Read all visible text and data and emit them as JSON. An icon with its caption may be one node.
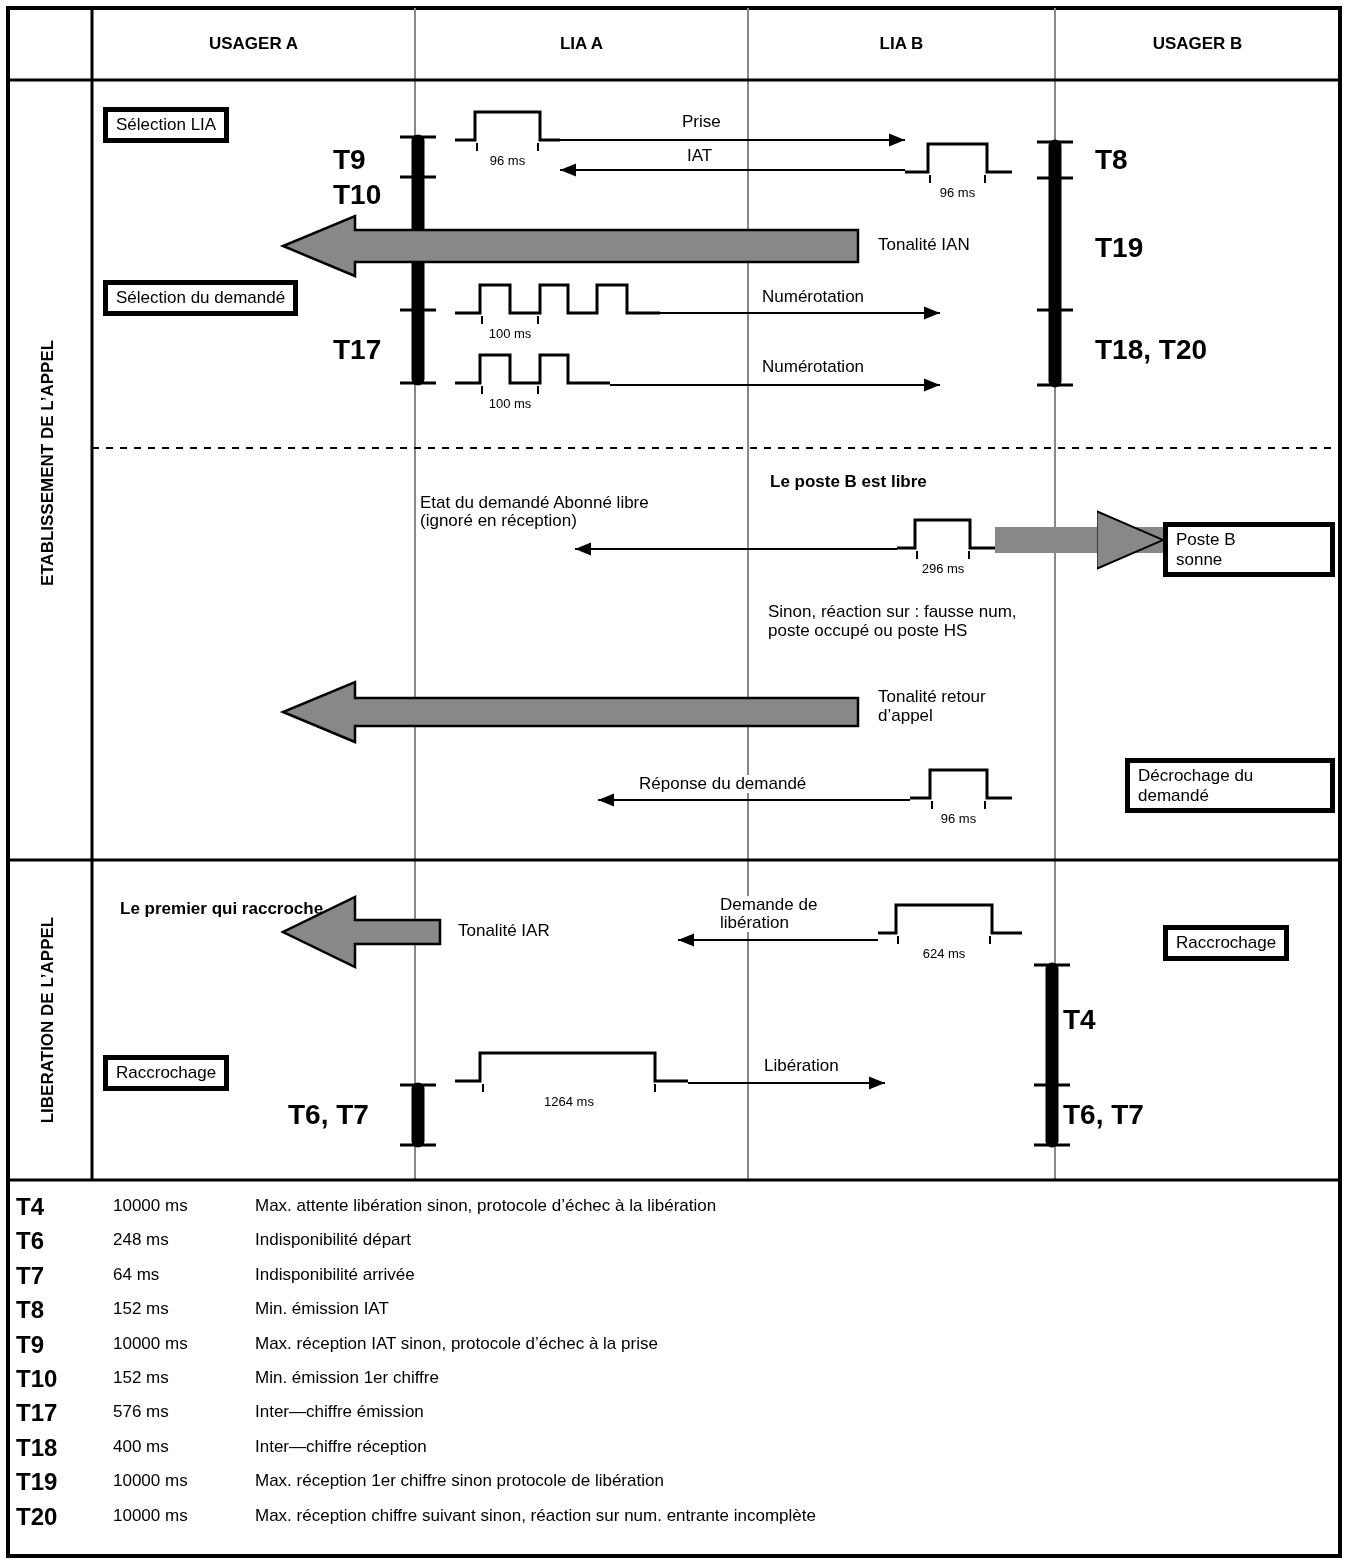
{
  "diagram": {
    "nodes": [
      {
        "text": [
          "Sélection LIA"
        ]
      },
      {
        "text": [],
        "shape": "waveform",
        "beside": [
          "96 ms"
        ]
      },
      {
        "text": [],
        "shape": "waveform",
        "beside": [
          "96 ms"
        ]
      },
      {
        "text": [
          "Sélection du demandé"
        ]
      },
      {
        "text": [],
        "shape": "waveform",
        "beside": [
          "100 ms"
        ]
      },
      {
        "text": [],
        "shape": "waveform",
        "beside": [
          "100 ms"
        ]
      },
      {
        "text": [],
        "shape": "waveform",
        "beside": [
          "296 ms"
        ]
      },
      {
        "text": [
          "Poste B sonne"
        ]
      },
      {
        "text": [],
        "shape": "waveform",
        "beside": [
          "96 ms"
        ]
      },
      {
        "text": [
          "Décrochage du demandé"
        ]
      },
      {
        "text": [],
        "shape": "waveform",
        "beside": [
          "624 ms"
        ]
      },
      {
        "text": [
          "Raccrochage"
        ]
      },
      {
        "text": [
          "Raccrochage"
        ]
      },
      {
        "text": [],
        "shape": "waveform",
        "beside": [
          "1264 ms"
        ]
      }
    ],
    "edges": [
      {
        "from": 1,
        "to": 2,
        "arrow": "to",
        "label": "Prise"
      },
      {
        "from": 2,
        "to": 1,
        "arrow": "to",
        "label": "IAT"
      },
      {
        "from": 4,
        "to": null,
        "arrow": "to",
        "label": "Numérotation"
      },
      {
        "from": 5,
        "to": null,
        "arrow": "to",
        "label": "Numérotation"
      },
      {
        "from": 6,
        "to": null,
        "arrow": "to",
        "label": "Etat du demandé Abonné libre (ignoré en réception)"
      },
      {
        "from": 6,
        "to": 7,
        "arrow": "to",
        "style": "thick",
        "color": "#888888"
      },
      {
        "from": 8,
        "to": null,
        "arrow": "to",
        "label": "Réponse du demandé"
      },
      {
        "from": 10,
        "to": null,
        "arrow": "to",
        "label": "Demande de libération"
      },
      {
        "from": 13,
        "to": null,
        "arrow": "to",
        "label": "Libération"
      }
    ],
    "labels": [
      "USAGER A",
      "LIA A",
      "LIA B",
      "USAGER B",
      "ETABLISSEMENT DE L’APPEL",
      "LIBERATION DE L’APPEL",
      "T9",
      "T10",
      "T8",
      "Tonalité IAN",
      "T19",
      "T17",
      "T18, T20",
      "Le poste B est libre",
      "Sinon, réaction sur : fausse num, poste occupé ou poste HS",
      "Tonalité retour d’appel",
      "Le premier qui raccroche",
      "Tonalité IAR",
      "T4",
      "T6, T7",
      "T6, T7",
      "T4",
      "10000 ms",
      "Max. attente libération sinon, protocole d’échec à la libération",
      "T6",
      "248 ms",
      "Indisponibilité départ",
      "T7",
      "64 ms",
      "Indisponibilité arrivée",
      "T8",
      "152 ms",
      "Min. émission IAT",
      "T9",
      "10000 ms",
      "Max. réception IAT sinon, protocole d’échec à la prise",
      "T10",
      "152 ms",
      "Min. émission 1er chiffre",
      "T17",
      "576 ms",
      "Inter—chiffre émission",
      "T18",
      "400 ms",
      "Inter—chiffre réception",
      "T19",
      "10000 ms",
      "Max. réception 1er chiffre sinon protocole de libération",
      "T20",
      "10000 ms",
      "Max. réception chiffre suivant sinon, réaction sur num. entrante incomplète"
    ]
  }
}
